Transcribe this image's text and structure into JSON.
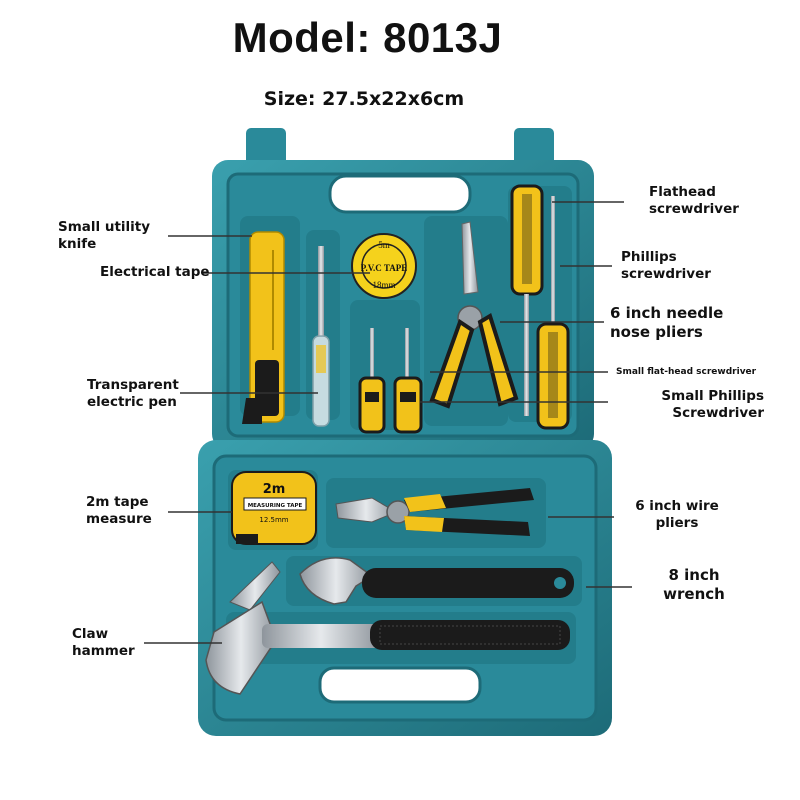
{
  "header": {
    "model": "Model: 8013J",
    "size": "Size: 27.5x22x6cm"
  },
  "labels": {
    "utility_knife": [
      "Small utility",
      "knife"
    ],
    "electrical_tape": [
      "Electrical tape"
    ],
    "electric_pen": [
      "Transparent",
      "electric pen"
    ],
    "tape_measure": [
      "2m tape",
      "measure"
    ],
    "claw_hammer": [
      "Claw",
      "hammer"
    ],
    "flathead_screwdriver": [
      "Flathead",
      "screwdriver"
    ],
    "phillips_screwdriver": [
      "Phillips",
      "screwdriver"
    ],
    "needle_nose_pliers": [
      "6 inch needle",
      "nose pliers"
    ],
    "small_flathead": [
      "Small flat-head screwdriver"
    ],
    "small_phillips": [
      "Small Phillips",
      "Screwdriver"
    ],
    "wire_pliers": [
      "6 inch wire",
      "pliers"
    ],
    "wrench": [
      "8 inch",
      "wrench"
    ]
  },
  "product_print": {
    "tape_roll_top": "5m",
    "tape_roll_mid": "P.V.C TAPE",
    "tape_roll_bottom": "18mm",
    "measure_big": "2m",
    "measure_mid": "MEASURING TAPE",
    "measure_small": "12.5mm"
  },
  "colors": {
    "case": "#2a8a9a",
    "case_dark": "#1d6b78",
    "case_light": "#3aa0ae",
    "accent_yellow": "#f2c21a",
    "handle_black": "#1b1b1b",
    "metal": "#c9ced3"
  }
}
